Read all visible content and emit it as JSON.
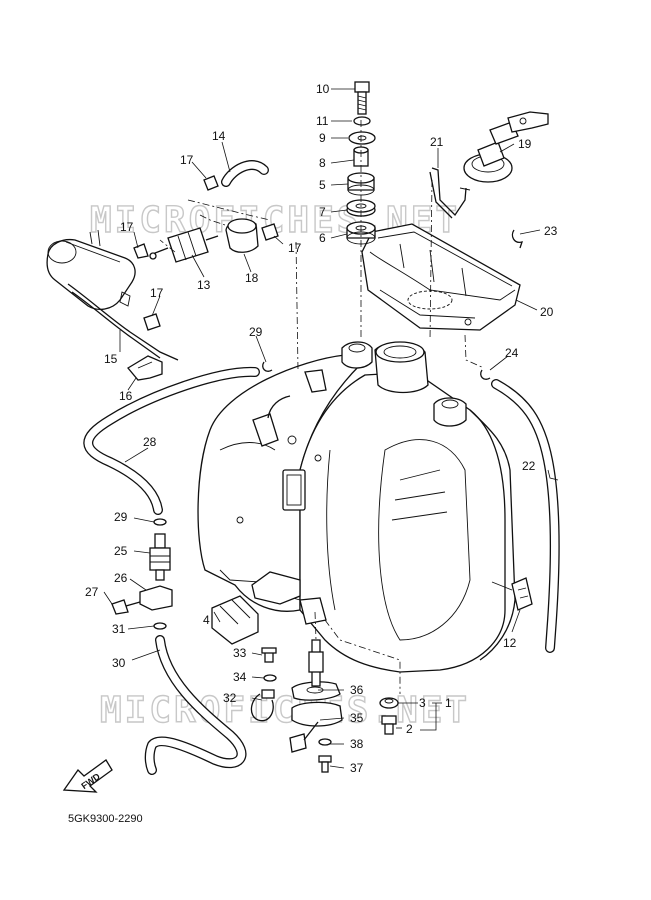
{
  "watermark": "MICROFICHES.NET",
  "drawing_code": "5GK9300-2290",
  "fwd_label": "FWD",
  "part_labels": [
    "10",
    "11",
    "9",
    "8",
    "5",
    "7",
    "6",
    "14",
    "17",
    "17",
    "17",
    "17",
    "13",
    "18",
    "19",
    "21",
    "23",
    "20",
    "15",
    "16",
    "29",
    "28",
    "24",
    "22",
    "29",
    "25",
    "26",
    "27",
    "31",
    "4",
    "12",
    "30",
    "33",
    "34",
    "32",
    "36",
    "35",
    "3",
    "1",
    "2",
    "38",
    "37"
  ]
}
